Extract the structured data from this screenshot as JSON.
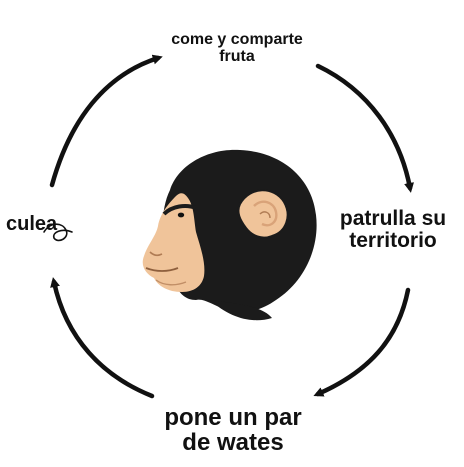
{
  "cycle": {
    "top": {
      "line1": "come y comparte",
      "line2": "fruta"
    },
    "right": {
      "line1": "patrulla su",
      "line2": "territorio"
    },
    "bottom": {
      "line1": "pone un par",
      "line2": "de wates"
    },
    "left": {
      "text": "culea"
    }
  },
  "icons": {
    "center": "chimpanzee-head-icon",
    "arrows": "clockwise-arrow-icon"
  },
  "colors": {
    "arrow": "#111111",
    "fur": "#1b1b1b",
    "skin": "#f0c49a",
    "skin_shadow": "#d9a379",
    "background": "#ffffff"
  }
}
